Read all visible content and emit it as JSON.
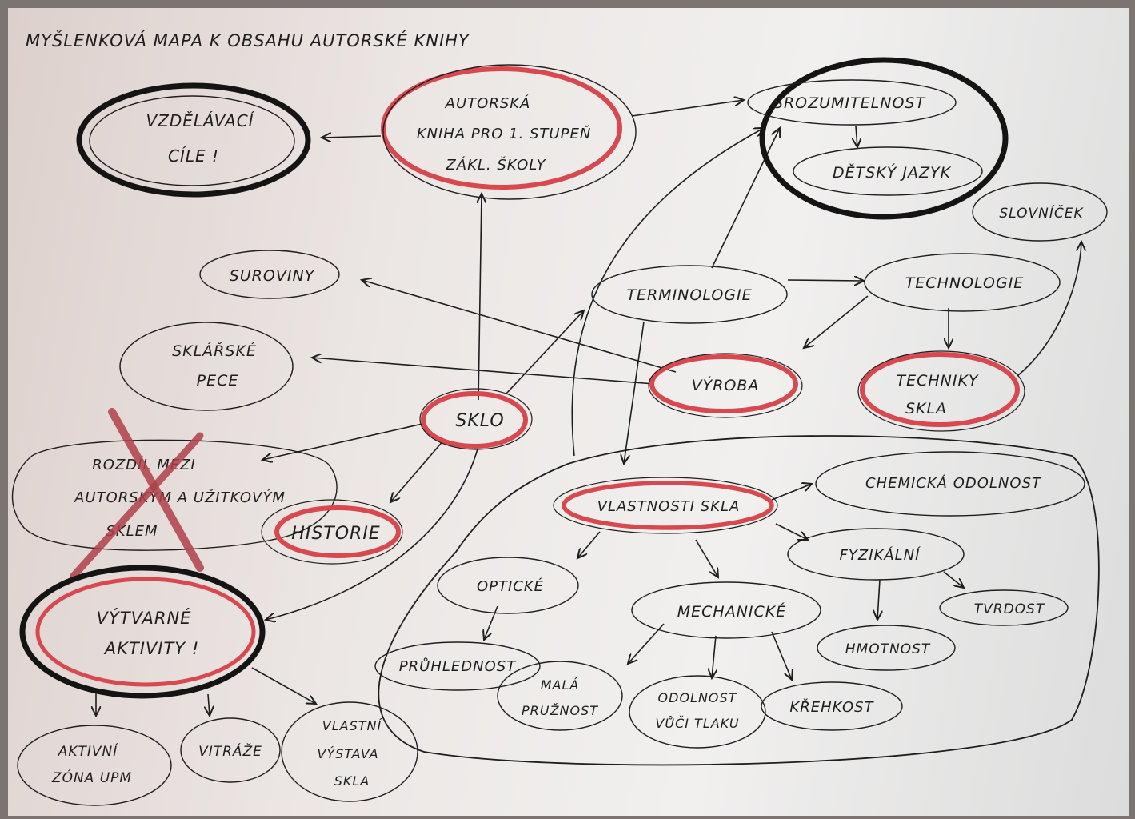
{
  "title": "MYŠLENKOVÁ MAPA K OBSAHU AUTORSKÉ KNIHY",
  "nodes": {
    "vzdelavaci_cile": [
      "VZDĚLÁVACÍ",
      "CÍLE !"
    ],
    "autorska_kniha": [
      "AUTORSKÁ",
      "KNIHA PRO 1. STUPEŇ",
      "ZÁKL. ŠKOLY"
    ],
    "srozumitelnost": [
      "SROZUMITELNOST"
    ],
    "detsky_jazyk": [
      "DĚTSKÝ JAZYK"
    ],
    "slovnicek": [
      "SLOVNÍČEK"
    ],
    "suroviny": [
      "SUROVINY"
    ],
    "terminologie": [
      "TERMINOLOGIE"
    ],
    "technologie": [
      "TECHNOLOGIE"
    ],
    "sklarske_pece": [
      "SKLÁŘSKÉ",
      "PECE"
    ],
    "vyroba": [
      "VÝROBA"
    ],
    "techniky_skla": [
      "TECHNIKY",
      "SKLA"
    ],
    "sklo": [
      "SKLO"
    ],
    "rozdil": [
      "ROZDÍL MEZI",
      "AUTORSKÝM A UŽITKOVÝM",
      "SKLEM"
    ],
    "historie": [
      "HISTORIE"
    ],
    "vlastnosti_skla": [
      "VLASTNOSTI SKLA"
    ],
    "chemicka_odolnost": [
      "CHEMICKÁ ODOLNOST"
    ],
    "fyzikalni": [
      "FYZIKÁLNÍ"
    ],
    "opticke": [
      "OPTICKÉ"
    ],
    "mechanicke": [
      "MECHANICKÉ"
    ],
    "tvrdost": [
      "TVRDOST"
    ],
    "hmotnost": [
      "HMOTNOST"
    ],
    "vytvarne_aktivity": [
      "VÝTVARNÉ",
      "AKTIVITY !"
    ],
    "pruhlednost": [
      "PRŮHLEDNOST"
    ],
    "mala_pruznost": [
      "MALÁ",
      "PRUŽNOST"
    ],
    "odolnost_vuci_tlaku": [
      "ODOLNOST",
      "VŮČI TLAKU"
    ],
    "krehkost": [
      "KŘEHKOST"
    ],
    "aktivni_zona": [
      "AKTIVNÍ",
      "ZÓNA UPM"
    ],
    "vitraze": [
      "VITRÁŽE"
    ],
    "vlastni_vystava": [
      "VLASTNÍ",
      "VÝSTAVA",
      "SKLA"
    ]
  },
  "colors": {
    "ink": "#1e1e1e",
    "red_marker": "#d8484f",
    "x_mark": "#b04048"
  }
}
